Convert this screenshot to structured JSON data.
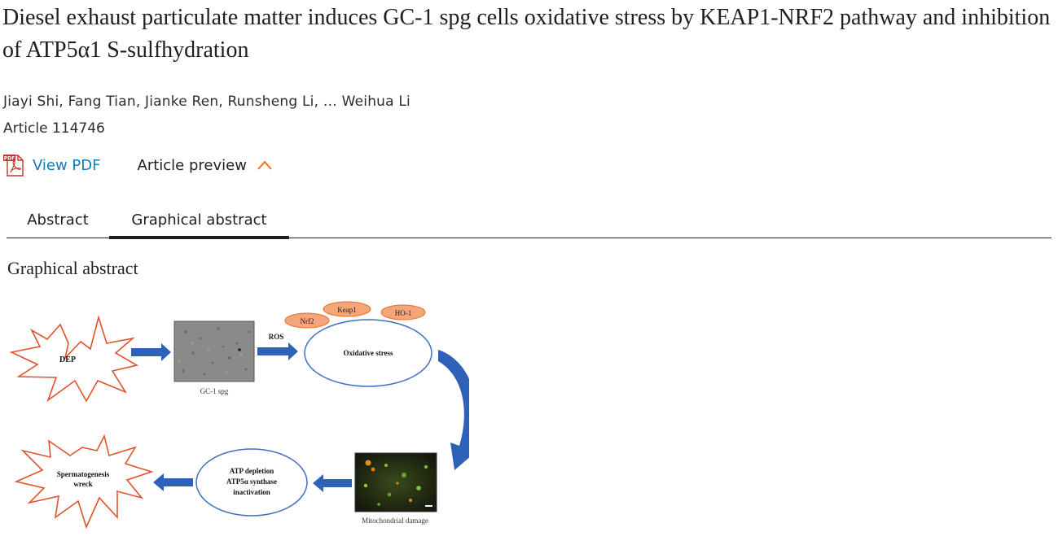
{
  "article": {
    "title": "Diesel exhaust particulate matter induces GC-1 spg cells oxidative stress by KEAP1-NRF2 pathway and inhibition of ATP5α1 S-sulfhydration",
    "authors": "Jiayi Shi, Fang Tian, Jianke Ren, Runsheng Li, … Weihua Li",
    "article_number": "Article 114746"
  },
  "actions": {
    "view_pdf_label": "View PDF",
    "pdf_icon_text": "PDF",
    "preview_label": "Article preview"
  },
  "tabs": [
    {
      "label": "Abstract",
      "active": false
    },
    {
      "label": "Graphical abstract",
      "active": true
    }
  ],
  "section": {
    "heading": "Graphical abstract"
  },
  "graphical_abstract": {
    "dep_label": "DEP",
    "cell_caption": "GC-1 spg",
    "ros_label": "ROS",
    "nrf2_label": "Nrf2",
    "keap1_label": "Keap1",
    "ho1_label": "HO-1",
    "oxidative_label": "Oxidative stress",
    "mito_caption": "Mitochondrial damage",
    "atp_line1": "ATP depletion",
    "atp_line2": "ATP5α synthase",
    "atp_line3": "inactivation",
    "sperm_line1": "Spermatogenesis",
    "sperm_line2": "wreck"
  },
  "colors": {
    "link_blue": "#0c7dbb",
    "accent_orange": "#e9711c",
    "arrow_blue": "#2e62b8",
    "star_red": "#e0522b",
    "ellipse_blue": "#3f6fbf",
    "pill_fill": "#f4a67a",
    "pill_stroke": "#e9711c"
  }
}
